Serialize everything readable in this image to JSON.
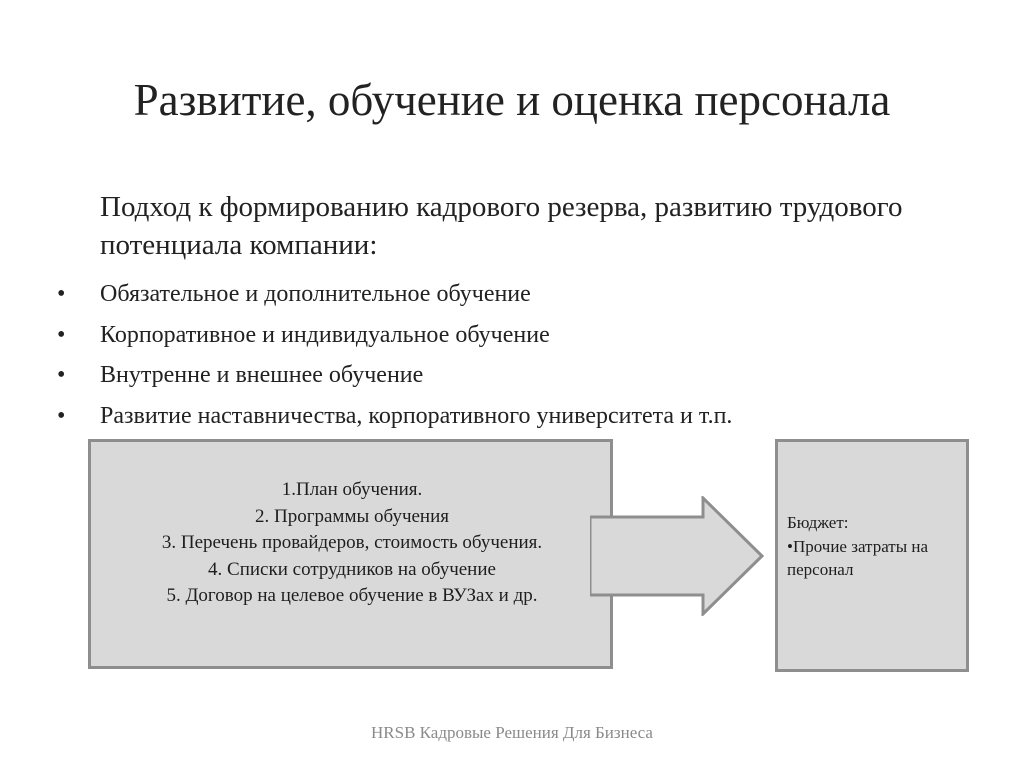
{
  "slide": {
    "title": "Развитие, обучение и оценка персонала",
    "intro": "Подход к формированию кадрового резерва, развитию трудового потенциала компании:",
    "bullet_symbol": "•",
    "bullets": [
      "Обязательное и дополнительное обучение",
      "Корпоративное и индивидуальное обучение",
      "Внутренне и внешнее обучение",
      "Развитие наставничества, корпоративного университета и т.п."
    ],
    "process_box": {
      "lines": [
        "1.План обучения.",
        "2. Программы обучения",
        "3. Перечень провайдеров, стоимость обучения.",
        "4. Списки сотрудников на обучение",
        "5. Договор на целевое обучение в ВУЗах и др."
      ]
    },
    "budget_box": {
      "heading": "Бюджет:",
      "item": "•Прочие затраты на персонал"
    },
    "footer": "HRSB Кадровые Решения Для Бизнеса",
    "colors": {
      "box_fill": "#d9d9d9",
      "box_border": "#8e8e8e",
      "text": "#222222",
      "footer_text": "#8a8a8a"
    }
  }
}
